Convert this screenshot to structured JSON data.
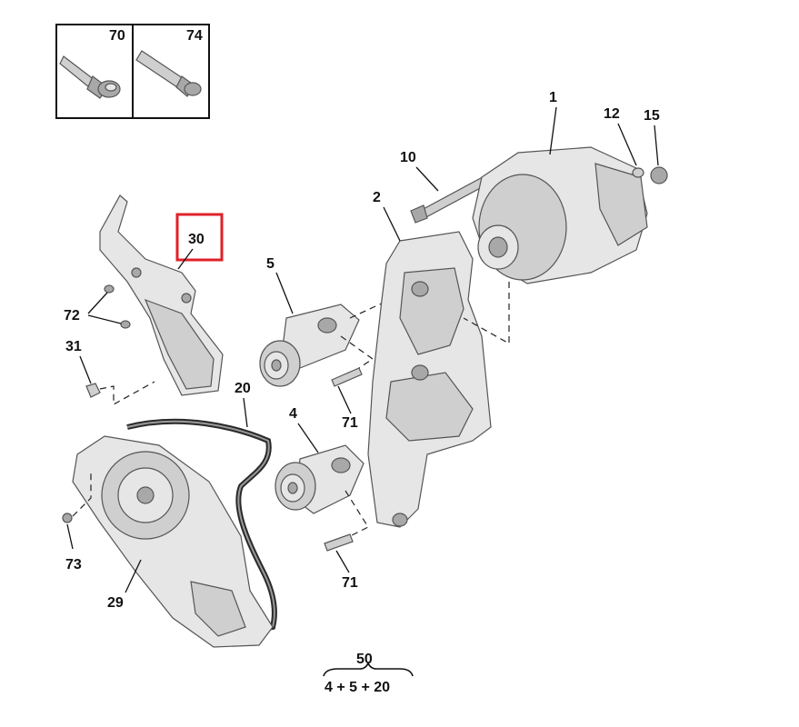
{
  "labels": {
    "p1": "1",
    "p2": "2",
    "p4": "4",
    "p5": "5",
    "p10": "10",
    "p12": "12",
    "p15": "15",
    "p20": "20",
    "p29": "29",
    "p30": "30",
    "p31": "31",
    "p70": "70",
    "p71a": "71",
    "p71b": "71",
    "p72": "72",
    "p73": "73",
    "p74": "74"
  },
  "assembly": {
    "number": "50",
    "formula": "4 + 5 + 20"
  },
  "colors": {
    "highlight_box": "#e0202a",
    "ink": "#111111"
  }
}
